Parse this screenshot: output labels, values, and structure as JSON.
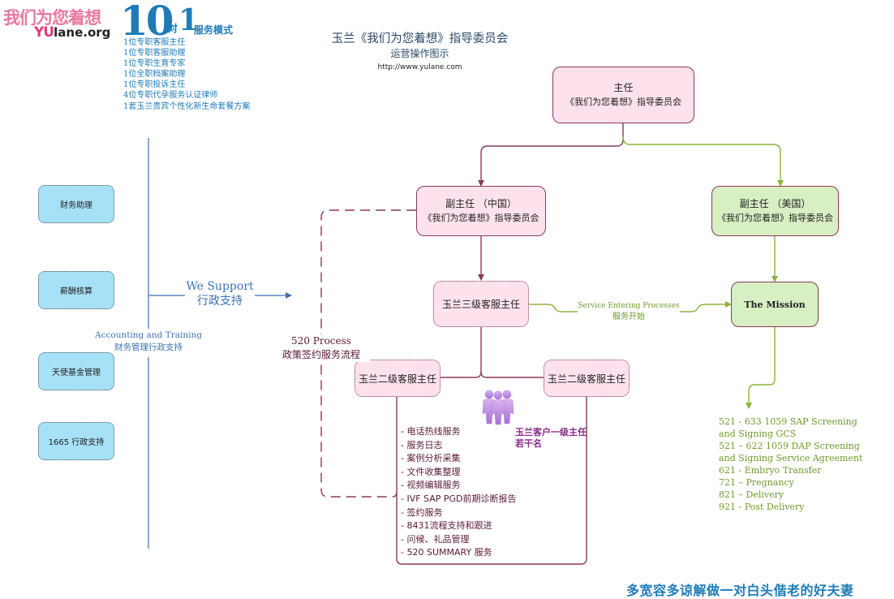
{
  "logo": {
    "cn": "我们为您着想",
    "en_prefix": "YU",
    "en_suffix": "lane.org"
  },
  "service_mode": {
    "big_number": "10",
    "dui": "对",
    "one": "1",
    "mode_label": "服务模式",
    "team": [
      "1位专职客服主任",
      "1位专职客服助理",
      "1位专职生育专家",
      "1位全职档案助理",
      "1位专职投诉主任",
      "4位专职代孕服务认证律师",
      "1套玉兰贵宾个性化新生命套餐方案"
    ]
  },
  "header": {
    "title": "玉兰《我们为您着想》指导委员会",
    "subtitle": "运营操作图示",
    "url": "http://www.yulane.com"
  },
  "nodes": {
    "director": {
      "line1": "主任",
      "line2": "《我们为您着想》指导委员会"
    },
    "vice_china": {
      "line1": "副主任 （中国）",
      "line2": "《我们为您着想》指导委员会"
    },
    "vice_usa": {
      "line1": "副主任 （美国）",
      "line2": "《我们为您着想》指导委员会"
    },
    "level3": "玉兰三级客服主任",
    "level2_left": "玉兰二级客服主任",
    "level2_right": "玉兰二级客服主任",
    "mission": "The Mission"
  },
  "support": {
    "items": [
      "财务助理",
      "薪酬核算",
      "天使基金管理",
      "1665 行政支持"
    ],
    "we_support_en": "We Support",
    "we_support_cn": "行政支持",
    "accounting_en": "Accounting and Training",
    "accounting_cn": "财务管理行政支持"
  },
  "process_520": {
    "en": "520 Process",
    "cn": "政策签约服务流程"
  },
  "service_entering": {
    "en": "Service Entering Processes",
    "cn": "服务开始"
  },
  "level1": {
    "line1": "玉兰客户一级主任",
    "line2": "若干名"
  },
  "tasks": [
    "-  电话热线服务",
    "-  服务日志",
    "-  案例分析采集",
    "-  文件收集整理",
    "-  视频编辑服务",
    "-  IVF SAP PGD前期诊断报告",
    "-  签约服务",
    "-  8431流程支持和跟进",
    "- 问候、礼品管理",
    "-  520 SUMMARY 服务"
  ],
  "mission_steps": [
    "521 - 633 1059 SAP Screening",
    "and Signing GCS",
    "521 – 622 1059 DAP Screening",
    "and Signing Service  Agreement",
    "621 - Embryo Transfer",
    "721 – Pregnancy",
    "821 – Delivery",
    "921 - Post Delivery"
  ],
  "slogan": "多宽容多谅解做一对白头偕老的好夫妻",
  "colors": {
    "maroon": "#8a3a56",
    "green_line": "#8db33a",
    "blue_line": "#3b73b5",
    "pink_fill": "#fde2ee",
    "green_fill": "#d8eec3",
    "blue_fill": "#a7e1f7",
    "brand_blue": "#1e7bb8",
    "brand_pink": "#e8789e"
  }
}
